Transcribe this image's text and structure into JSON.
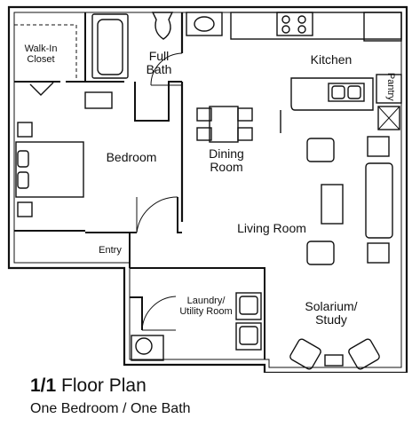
{
  "rooms": {
    "walk_in_closet": "Walk-In\nCloset",
    "full_bath": "Full\nBath",
    "kitchen": "Kitchen",
    "pantry": "Pantry",
    "bedroom": "Bedroom",
    "dining_room": "Dining\nRoom",
    "living_room": "Living Room",
    "entry": "Entry",
    "laundry": "Laundry/\nUtility Room",
    "solarium": "Solarium/\nStudy"
  },
  "title": {
    "unit": "1/1",
    "label": "Floor Plan",
    "subtitle": "One Bedroom / One Bath"
  }
}
